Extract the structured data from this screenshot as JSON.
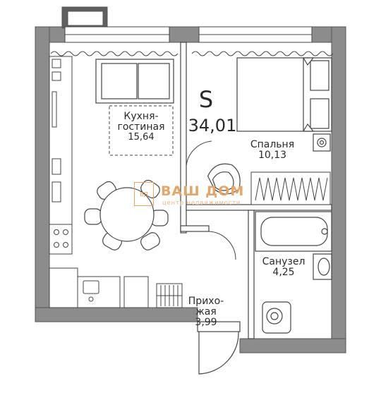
{
  "total_area": {
    "symbol": "S",
    "value": "34,01"
  },
  "rooms": [
    {
      "id": "kitchen",
      "lines": [
        "Кухня-",
        "гостиная",
        "15,64"
      ]
    },
    {
      "id": "bedroom",
      "lines": [
        "Спальня",
        "10,13"
      ]
    },
    {
      "id": "bathroom",
      "lines": [
        "Санузел",
        "4,25"
      ]
    },
    {
      "id": "hallway",
      "lines": [
        "Прихо-",
        "жая",
        "3,99"
      ]
    }
  ],
  "watermark": {
    "logo": "ВД",
    "name": "ВАШ ДОМ",
    "subtitle": "центр недвижимости"
  },
  "colors": {
    "wall": "#8a8a8a",
    "line": "#3a3a3a",
    "watermark": "#e3a56a"
  }
}
